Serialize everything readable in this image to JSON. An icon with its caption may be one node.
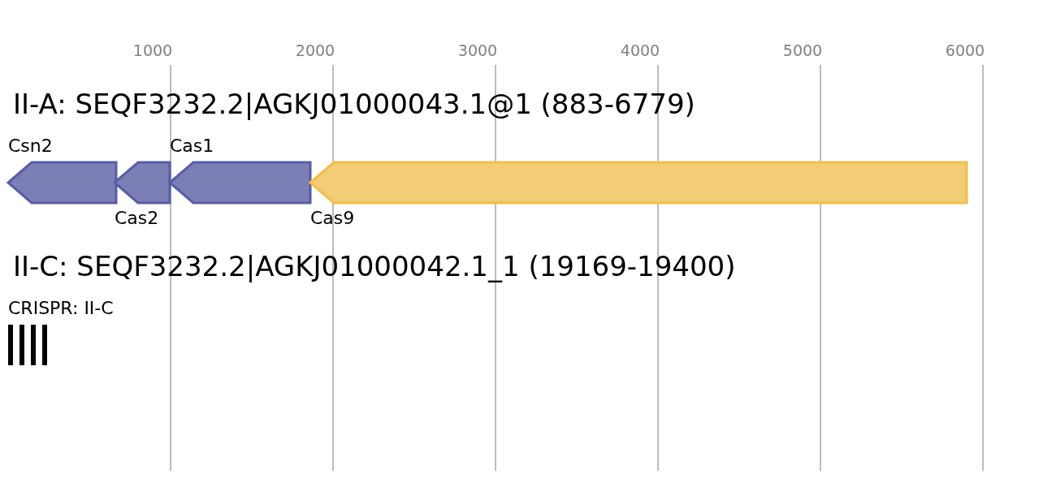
{
  "diagram": {
    "nodes": [
      {
        "text": [],
        "shape": "arrow",
        "beside": [
          "Csn2"
        ]
      },
      {
        "text": [],
        "shape": "arrow",
        "beside": [
          "Cas2"
        ]
      },
      {
        "text": [],
        "shape": "arrow",
        "beside": [
          "Cas1"
        ]
      },
      {
        "text": [],
        "shape": "arrow",
        "beside": [
          "Cas9"
        ]
      },
      {
        "text": [],
        "shape": "bar",
        "beside": [
          "CRISPR: II-C"
        ]
      }
    ],
    "edges": [],
    "labels": [
      "1000",
      "2000",
      "3000",
      "4000",
      "5000",
      "6000",
      "II-A: SEQF3232.2|AGKJ01000043.1@1 (883-6779)",
      "II-C: SEQF3232.2|AGKJ01000042.1_1 (19169-19400)"
    ]
  }
}
